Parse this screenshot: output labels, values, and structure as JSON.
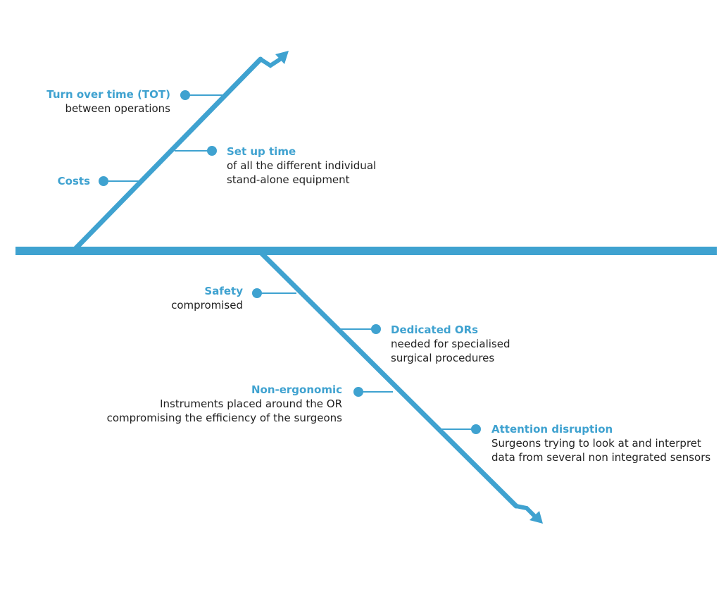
{
  "colors": {
    "accent": "#3fa2d0",
    "text": "#222222",
    "background": "#ffffff"
  },
  "nodes": [
    {
      "id": "tot",
      "title": "Turn over time (TOT)",
      "desc": [
        "between operations"
      ]
    },
    {
      "id": "setup",
      "title": "Set up time",
      "desc": [
        "of all the different individual",
        "stand-alone equipment"
      ]
    },
    {
      "id": "costs",
      "title": "Costs",
      "desc": []
    },
    {
      "id": "safety",
      "title": "Safety",
      "desc": [
        "compromised"
      ]
    },
    {
      "id": "dedicated",
      "title": "Dedicated ORs",
      "desc": [
        "needed for specialised",
        "surgical procedures"
      ]
    },
    {
      "id": "ergonomic",
      "title": "Non-ergonomic",
      "desc": [
        "Instruments placed around the OR",
        "compromising the efficiency of the surgeons"
      ]
    },
    {
      "id": "attention",
      "title": "Attention disruption",
      "desc": [
        "Surgeons trying to look at and interpret",
        "data from several non integrated sensors"
      ]
    }
  ]
}
